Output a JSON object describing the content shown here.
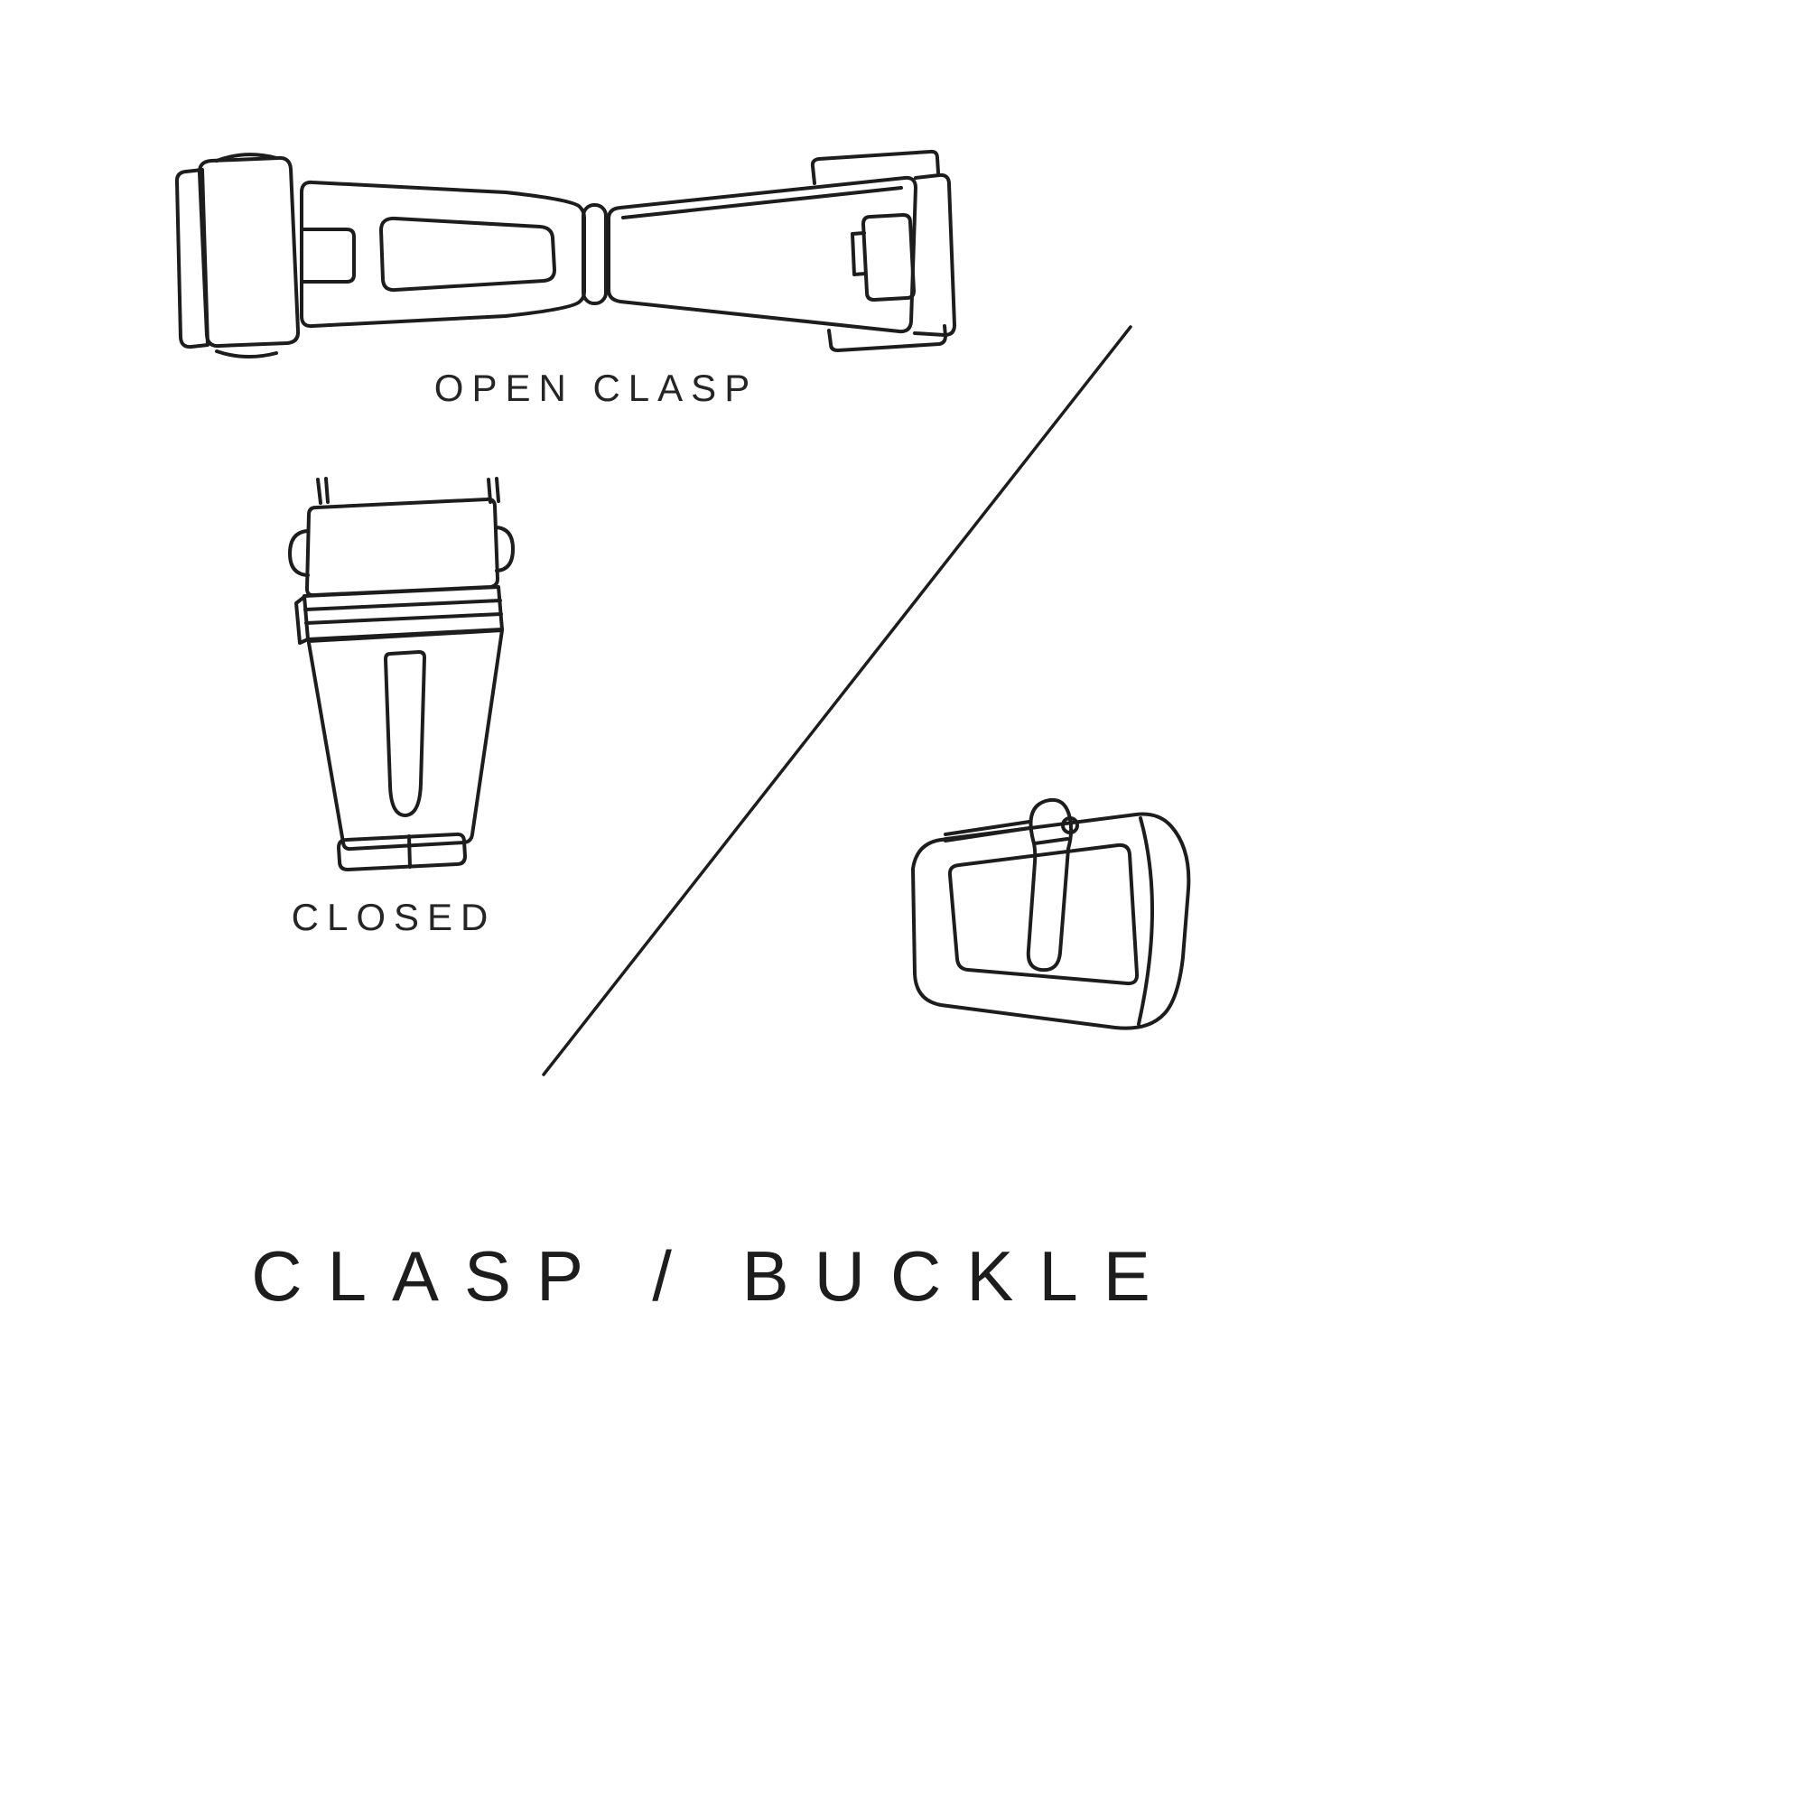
{
  "page": {
    "background_color": "#ffffff",
    "ink_color": "#1d1d1d"
  },
  "title": {
    "text": "CLASP / BUCKLE"
  },
  "labels": {
    "open_clasp": "OPEN CLASP",
    "closed": "CLOSED"
  },
  "illustrations": [
    {
      "name": "open-clasp-drawing",
      "caption": "OPEN CLASP"
    },
    {
      "name": "closed-clasp-drawing",
      "caption": "CLOSED"
    },
    {
      "name": "tang-buckle-drawing",
      "caption": ""
    }
  ]
}
